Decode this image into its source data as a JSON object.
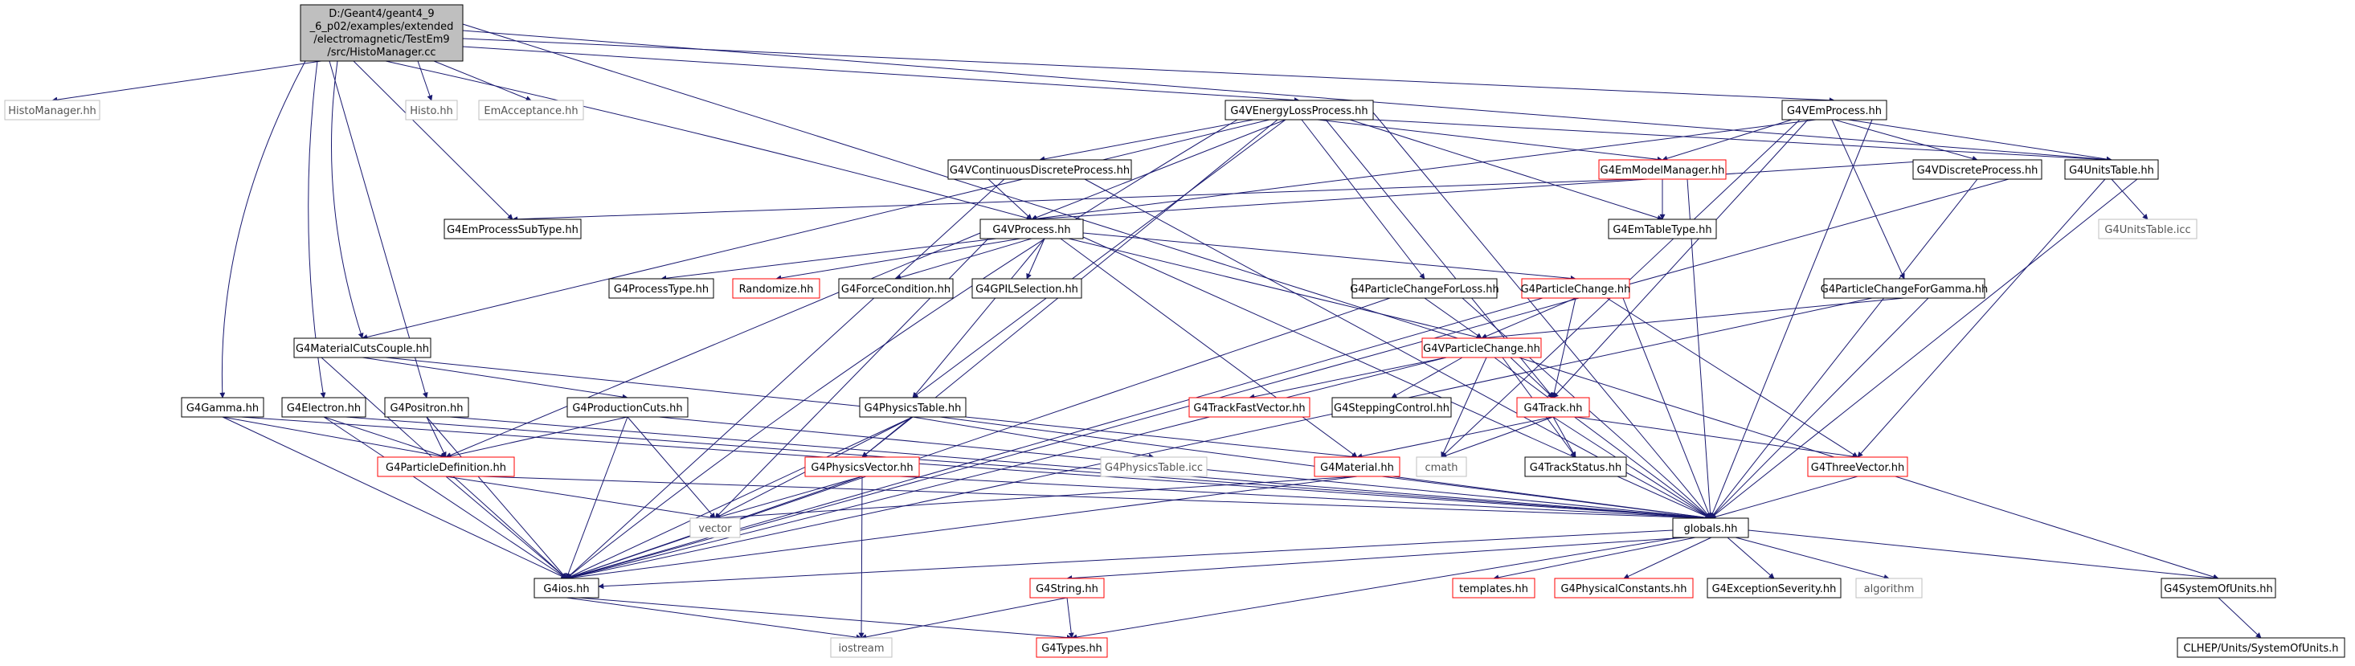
{
  "graph": {
    "root": {
      "lines": [
        "D:/Geant4/geant4_9",
        "_6_p02/examples/extended",
        "/electromagnetic/TestEm9",
        "/src/HistoManager.cc"
      ]
    },
    "nodes": {
      "histomanager_hh": "HistoManager.hh",
      "histo_hh": "Histo.hh",
      "emacceptance_hh": "EmAcceptance.hh",
      "g4venergylossprocess_hh": "G4VEnergyLossProcess.hh",
      "g4vemprocess_hh": "G4VEmProcess.hh",
      "g4vcontinuousdiscreteprocess_hh": "G4VContinuousDiscreteProcess.hh",
      "g4emmodelmanager_hh": "G4EmModelManager.hh",
      "g4vdiscreteprocess_hh": "G4VDiscreteProcess.hh",
      "g4unitstable_hh": "G4UnitsTable.hh",
      "g4emprocesssubtype_hh": "G4EmProcessSubType.hh",
      "g4vprocess_hh": "G4VProcess.hh",
      "g4emtabletype_hh": "G4EmTableType.hh",
      "g4unitstable_icc": "G4UnitsTable.icc",
      "g4processtype_hh": "G4ProcessType.hh",
      "randomize_hh": "Randomize.hh",
      "g4forcecondition_hh": "G4ForceCondition.hh",
      "g4gpilselection_hh": "G4GPILSelection.hh",
      "g4particlechangeforloss_hh": "G4ParticleChangeForLoss.hh",
      "g4particlechange_hh": "G4ParticleChange.hh",
      "g4particlechangeforgamma_hh": "G4ParticleChangeForGamma.hh",
      "g4materialcutscouple_hh": "G4MaterialCutsCouple.hh",
      "g4vparticlechange_hh": "G4VParticleChange.hh",
      "g4gamma_hh": "G4Gamma.hh",
      "g4electron_hh": "G4Electron.hh",
      "g4positron_hh": "G4Positron.hh",
      "g4productioncuts_hh": "G4ProductionCuts.hh",
      "g4physicstable_hh": "G4PhysicsTable.hh",
      "g4trackfastvector_hh": "G4TrackFastVector.hh",
      "g4steppingcontrol_hh": "G4SteppingControl.hh",
      "g4track_hh": "G4Track.hh",
      "g4particledefinition_hh": "G4ParticleDefinition.hh",
      "g4physicsvector_hh": "G4PhysicsVector.hh",
      "g4physicstable_icc": "G4PhysicsTable.icc",
      "g4material_hh": "G4Material.hh",
      "cmath": "cmath",
      "g4trackstatus_hh": "G4TrackStatus.hh",
      "g4threevector_hh": "G4ThreeVector.hh",
      "vector": "vector",
      "globals_hh": "globals.hh",
      "g4ios_hh": "G4ios.hh",
      "g4string_hh": "G4String.hh",
      "templates_hh": "templates.hh",
      "g4physicalconstants_hh": "G4PhysicalConstants.hh",
      "g4exceptionseverity_hh": "G4ExceptionSeverity.hh",
      "algorithm": "algorithm",
      "g4systemofunits_hh": "G4SystemOfUnits.hh",
      "iostream": "iostream",
      "g4types_hh": "G4Types.hh",
      "clhep_systemofunits_h": "CLHEP/Units/SystemOfUnits.h"
    },
    "colors": {
      "root_fill": "#bfbfbf",
      "documented_border": "#000000",
      "truncated_border": "#ff0000",
      "external_border": "#bfbfbf",
      "external_text": "#555555",
      "edge": "#191970"
    }
  }
}
